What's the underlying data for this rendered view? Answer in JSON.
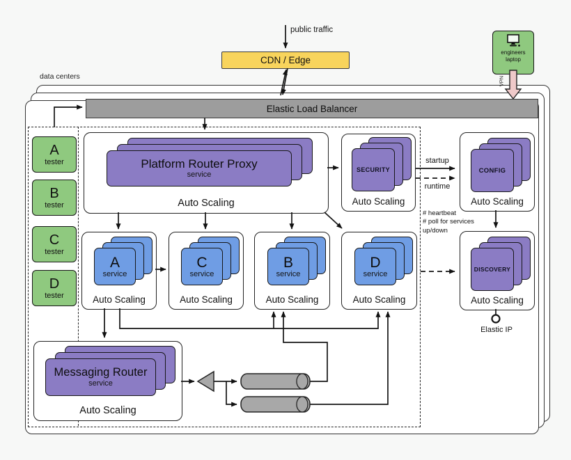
{
  "colors": {
    "background": "#f7f8f7",
    "box_border": "#222222",
    "tester_green": "#8fc97f",
    "service_purple": "#8b7cc4",
    "service_blue": "#6f9de4",
    "cdn_yellow": "#f8d45c",
    "elb_gray": "#9d9d9d",
    "queue_gray": "#a8a8a8",
    "vpn_pink": "#efc9c9"
  },
  "top": {
    "public_traffic_label": "public traffic",
    "cdn_label": "CDN / Edge",
    "laptop_label": "engineers laptop",
    "vpn_label": "VPN"
  },
  "datacenters": {
    "label": "data centers",
    "elb_label": "Elastic Load Balancer"
  },
  "testers": {
    "items": [
      {
        "letter": "A",
        "role": "tester"
      },
      {
        "letter": "B",
        "role": "tester"
      },
      {
        "letter": "C",
        "role": "tester"
      },
      {
        "letter": "D",
        "role": "tester"
      }
    ]
  },
  "proxy": {
    "title": "Platform Router Proxy",
    "subtitle": "service",
    "group": "Auto Scaling"
  },
  "security": {
    "title": "SECURITY",
    "group": "Auto Scaling"
  },
  "services": [
    {
      "letter": "A",
      "subtitle": "service",
      "group": "Auto Scaling"
    },
    {
      "letter": "C",
      "subtitle": "service",
      "group": "Auto Scaling"
    },
    {
      "letter": "B",
      "subtitle": "service",
      "group": "Auto Scaling"
    },
    {
      "letter": "D",
      "subtitle": "service",
      "group": "Auto Scaling"
    }
  ],
  "messaging": {
    "title": "Messaging Router",
    "subtitle": "service",
    "group": "Auto Scaling"
  },
  "right_column": {
    "config": {
      "title": "CONFIG",
      "group": "Auto Scaling"
    },
    "discovery": {
      "title": "DISCOVERY",
      "group": "Auto Scaling"
    },
    "elastic_ip_label": "Elastic IP"
  },
  "annotations": {
    "startup": "startup",
    "runtime": "runtime",
    "heartbeat_lines": [
      "# heartbeat",
      "# poll for services",
      "up/down"
    ]
  }
}
